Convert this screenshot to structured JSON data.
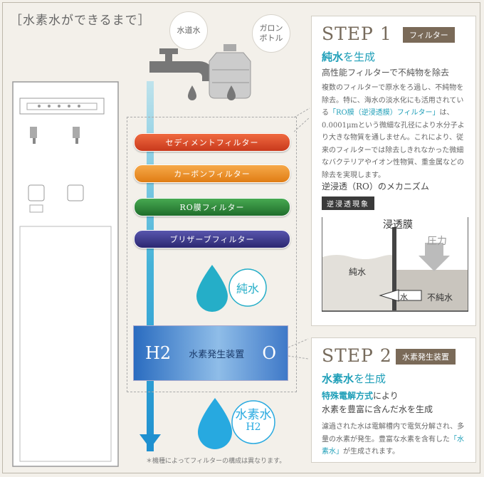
{
  "title": "［水素水ができるまで］",
  "sources": {
    "tap": "水道水",
    "bottle": "ガロン\nボトル"
  },
  "filters": [
    {
      "label": "セディメントフィルター",
      "color": "#d8452a"
    },
    {
      "label": "カーボンフィルター",
      "color": "#ee8a1e"
    },
    {
      "label": "RO膜フィルター",
      "color": "#2e8a3a"
    },
    {
      "label": "ブリザーブフィルター",
      "color": "#3a3585"
    }
  ],
  "pure_water": "純水",
  "generator": {
    "left": "H2",
    "label": "水素発生装置",
    "right": "O"
  },
  "hydrogen_water": {
    "line1": "水素水",
    "line2": "H2"
  },
  "footnote": "＊機種によってフィルターの構成は異なります。",
  "step1": {
    "title": "STEP 1",
    "tag": "フィルター",
    "headline_a": "純水",
    "headline_b": "を生成",
    "subhead": "高性能フィルターで不純物を除去",
    "body_1": "複数のフィルターで原水をろ過し、不純物を除去。特に、海水の淡水化にも活用されている",
    "body_hl": "「RO膜（逆浸透膜）フィルター」",
    "body_2": "は、0.0001μmという微細な孔径により水分子より大きな物質を通しません。これにより、従来のフィルターでは除去しきれなかった微細なバクテリアやイオン性物質、重金属などの除去を実現します。",
    "mech_title": "逆浸透（RO）のメカニズム",
    "mech_tag": "逆浸透現象",
    "mech_membrane": "浸透膜",
    "mech_pressure": "圧力",
    "mech_pure": "純水",
    "mech_water": "水",
    "mech_impure": "不純水"
  },
  "step2": {
    "title": "STEP 2",
    "tag": "水素発生装置",
    "headline_a": "水素水",
    "headline_b": "を生成",
    "sub_a": "特殊電解方式",
    "sub_b": "により",
    "sub_line2": "水素を豊富に含んだ水を生成",
    "body_1": "濾過された水は電解槽内で電気分解され、多量の水素が発生。豊富な水素を含有した",
    "body_hl": "「水素水」",
    "body_2": "が生成されます。"
  }
}
